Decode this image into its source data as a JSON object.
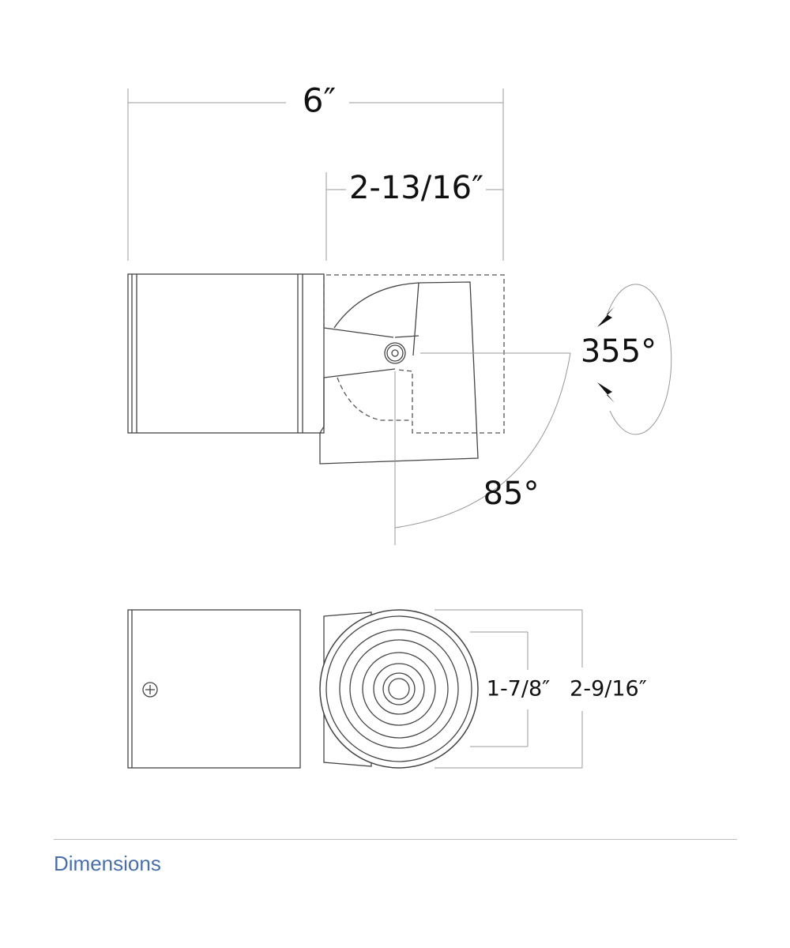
{
  "drawing": {
    "overall_length": "6″",
    "head_length": "2-13/16″",
    "rotation": "355°",
    "tilt": "85°",
    "inner_diameter": "1-7/8″",
    "outer_diameter": "2-9/16″"
  },
  "caption": "Dimensions",
  "colors": {
    "caption": "#4a6fa8",
    "line": "#444444"
  }
}
